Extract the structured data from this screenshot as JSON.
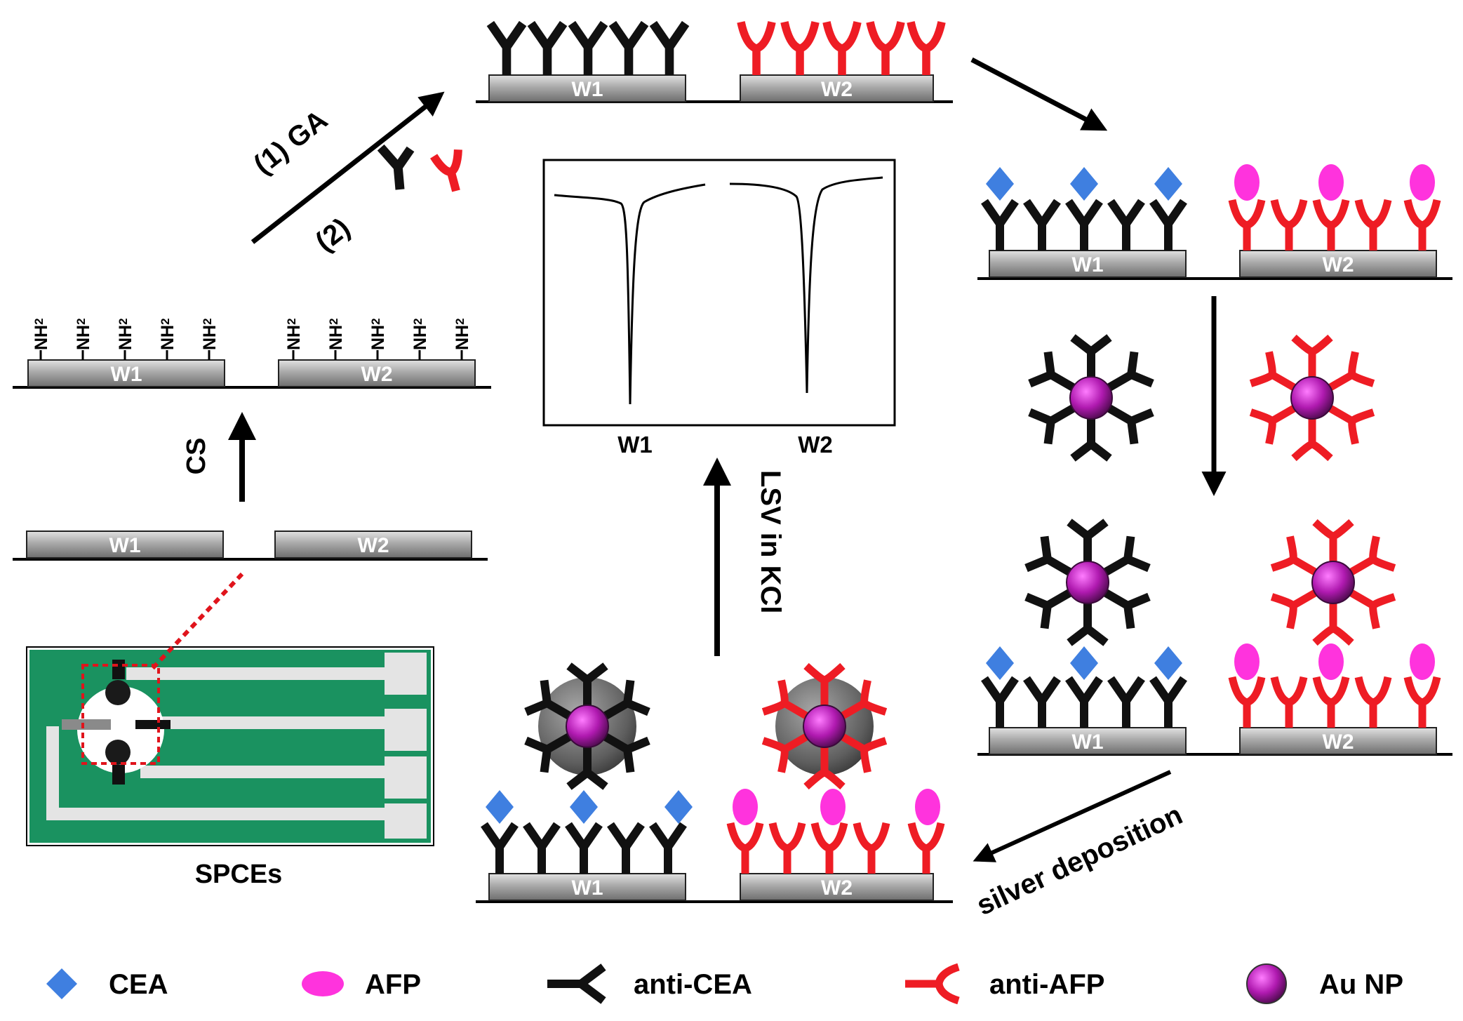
{
  "electrodes": {
    "w1": "W1",
    "w2": "W2"
  },
  "amine_group": {
    "base": "NH",
    "subscript": "2"
  },
  "steps": {
    "cs": "CS",
    "ga": "(1)  GA",
    "antibody_step": "(2)",
    "lsv": "LSV in KCl",
    "silver": "silver deposition"
  },
  "device_label": "SPCEs",
  "plot_labels": {
    "w1": "W1",
    "w2": "W2"
  },
  "legend": [
    {
      "key": "cea",
      "label": "CEA"
    },
    {
      "key": "afp",
      "label": "AFP"
    },
    {
      "key": "anti_cea",
      "label": "anti-CEA"
    },
    {
      "key": "anti_afp",
      "label": "anti-AFP"
    },
    {
      "key": "au_np",
      "label": "Au NP"
    }
  ],
  "colors": {
    "black_antibody": "#111111",
    "red_antibody": "#ee1c24",
    "cea": "#3f7fe0",
    "afp": "#ff33dd",
    "au_np": "#b01ab0",
    "silver_shell": "#6b6b6b",
    "pcb_green": "#1a9260",
    "electrode_block": "#9c9c9c"
  }
}
